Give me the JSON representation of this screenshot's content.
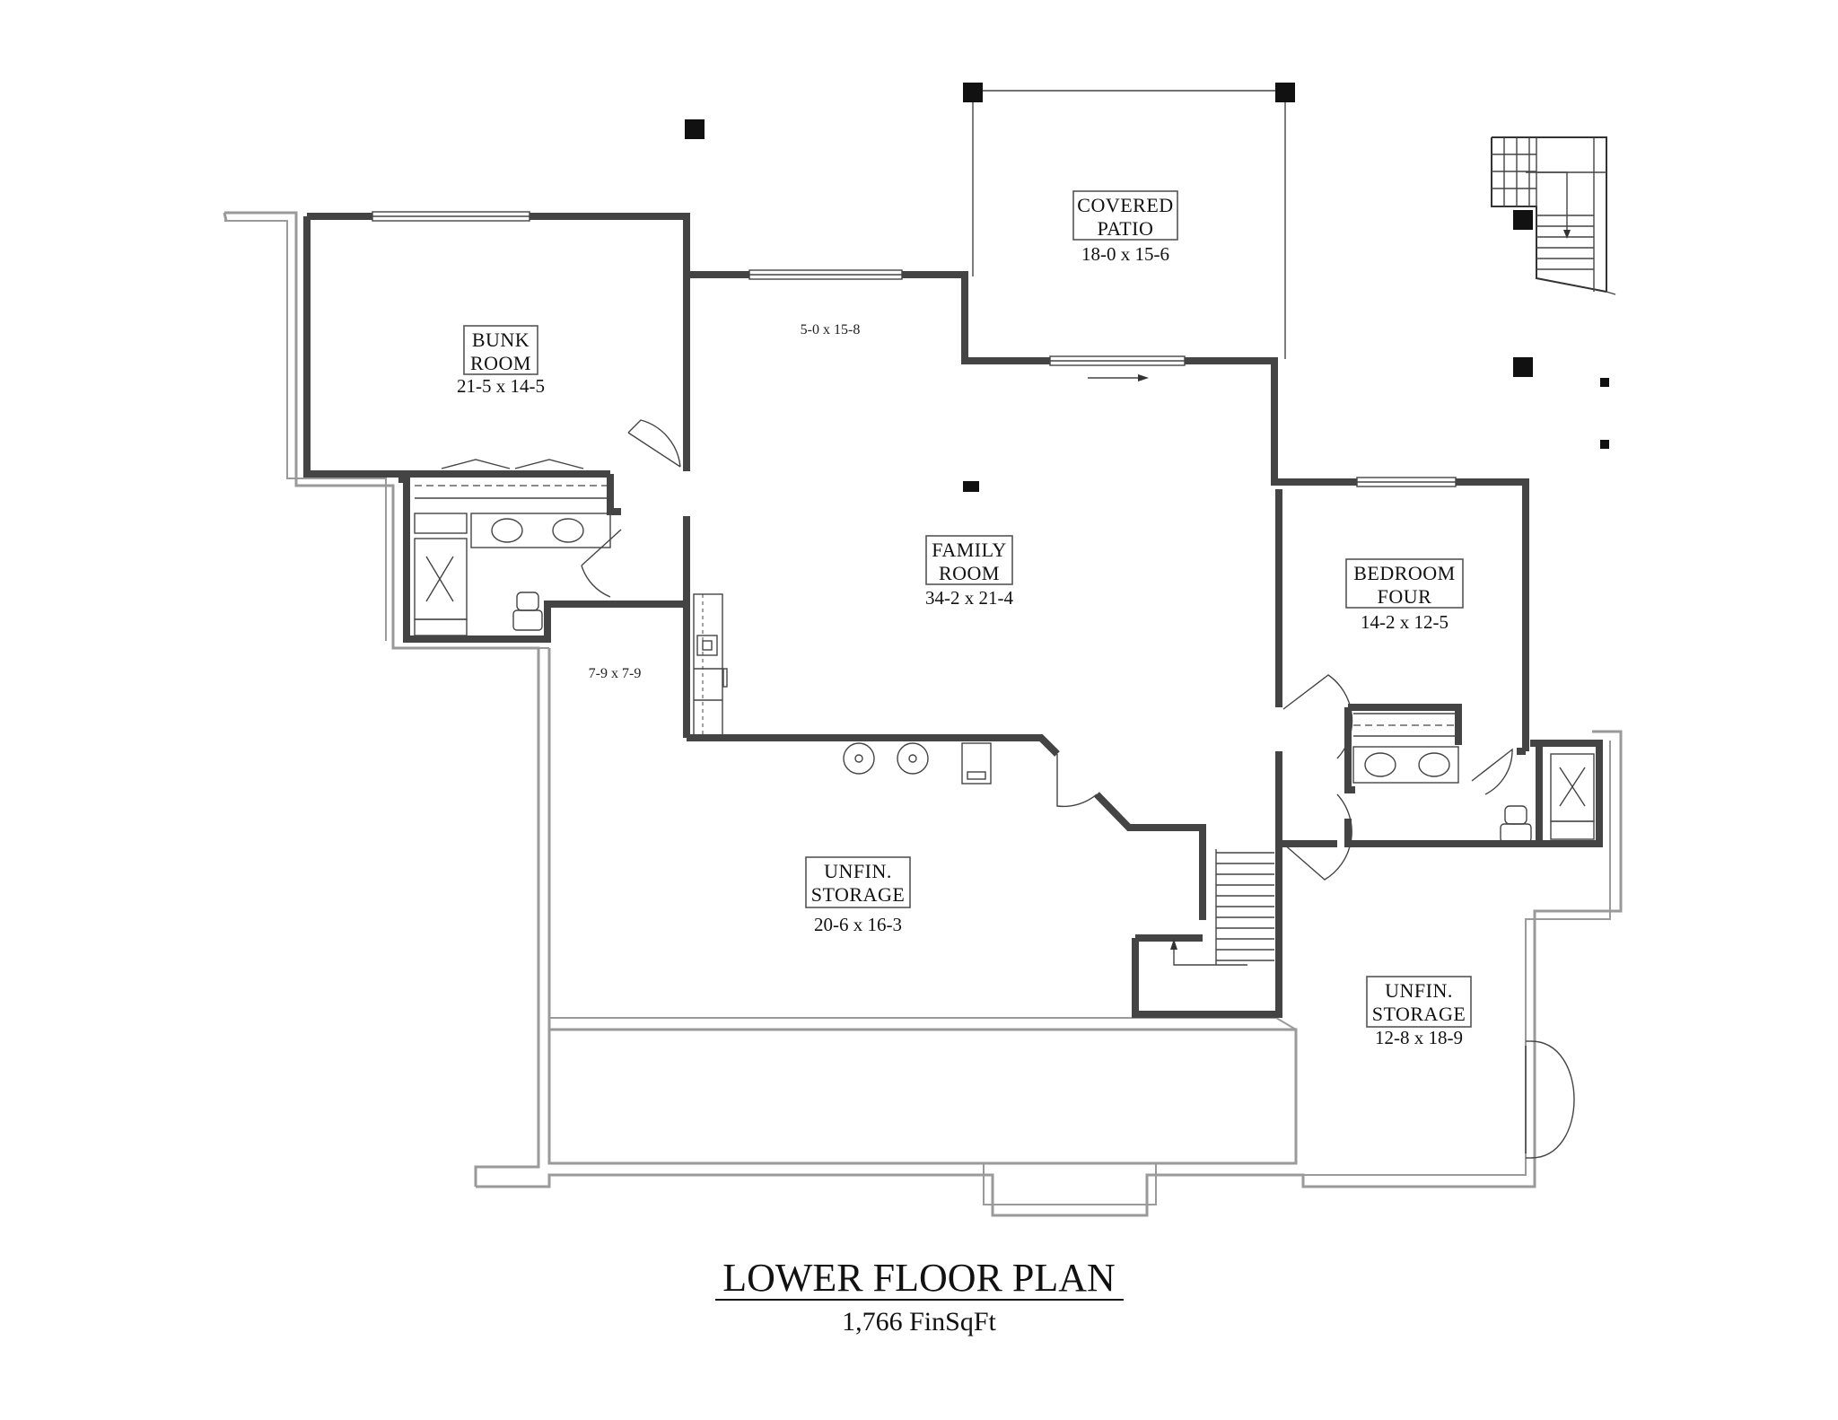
{
  "plan_title": "LOWER FLOOR PLAN",
  "plan_subtitle": "1,766 FinSqFt",
  "rooms": {
    "covered_patio": {
      "name_1": "COVERED",
      "name_2": "PATIO",
      "dim": "18-0 x 15-6"
    },
    "bunk_room": {
      "name_1": "BUNK",
      "name_2": "ROOM",
      "dim": "21-5 x 14-5"
    },
    "family_room": {
      "name_1": "FAMILY",
      "name_2": "ROOM",
      "dim": "34-2 x 21-4"
    },
    "bedroom_four": {
      "name_1": "BEDROOM",
      "name_2": "FOUR",
      "dim": "14-2 x 12-5"
    },
    "unfin_storage_center": {
      "name_1": "UNFIN.",
      "name_2": "STORAGE",
      "dim": "20-6 x 16-3"
    },
    "unfin_storage_right": {
      "name_1": "UNFIN.",
      "name_2": "STORAGE",
      "dim": "12-8 x 18-9"
    }
  },
  "minor_dims": {
    "alcove": "5-0 x 15-8",
    "hall": "7-9 x 7-9"
  },
  "colors": {
    "wall": "#444444",
    "foundation": "#9a9a9a",
    "ink": "#111111"
  }
}
